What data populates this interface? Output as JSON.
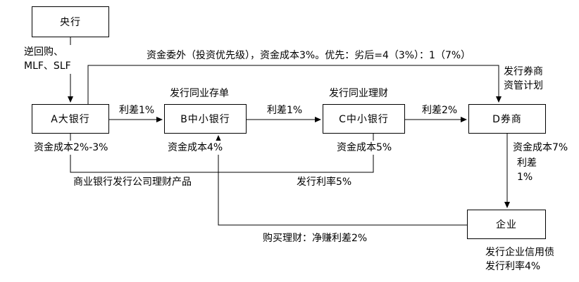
{
  "diagram": {
    "colors": {
      "line": "#000000",
      "background": "#ffffff",
      "text": "#000000"
    },
    "nodes": {
      "central_bank": {
        "label": "央行"
      },
      "bank_a": {
        "label": "A大银行"
      },
      "bank_b": {
        "label": "B中小银行"
      },
      "bank_c": {
        "label": "C中小银行"
      },
      "broker_d": {
        "label": "D券商"
      },
      "enterprise": {
        "label": "企业"
      }
    },
    "edge_labels": {
      "central_to_a": "逆回购、\nMLF、SLF",
      "entrust": "资金委外（投资优先级），资金成本3%。优先：劣后=4（3%）：1（7%）",
      "broker_plan": "发行券商\n资管计划",
      "issue_cd": "发行同业存单",
      "issue_wm": "发行同业理财",
      "spread_a_b": "利差1%",
      "spread_b_c": "利差1%",
      "spread_c_d": "利差2%",
      "cost_a": "资金成本2%-3%",
      "cost_b": "资金成本4%",
      "cost_c": "资金成本5%",
      "cost_d": "资金成本7%",
      "spread_d_enterprise": "利差\n1%",
      "bank_wm": "商业银行发行公司理财产品",
      "issue_rate_5": "发行利率5%",
      "buy_wm": "购买理财：净赚利差2%",
      "corp_bond": "发行企业信用债\n发行利率4%"
    }
  }
}
